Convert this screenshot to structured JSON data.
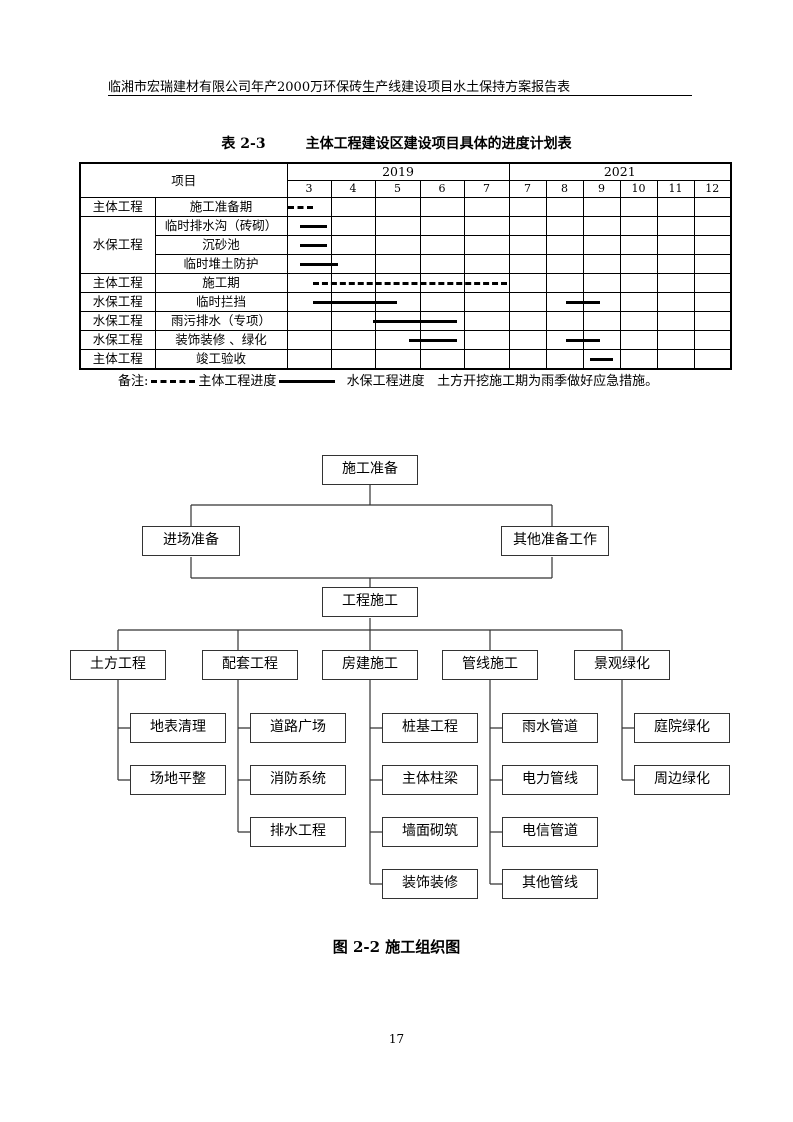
{
  "header": "临湘市宏瑞建材有限公司年产2000万环保砖生产线建设项目水土保持方案报告表",
  "table": {
    "number": "表 2-3",
    "title": "主体工程建设区建设项目具体的进度计划表",
    "item_header": "项目",
    "years": [
      "2019",
      "2021"
    ],
    "months": [
      "3",
      "4",
      "5",
      "6",
      "7",
      "7",
      "8",
      "9",
      "10",
      "11",
      "12"
    ],
    "rows": [
      {
        "group": "主体工程",
        "item": "施工准备期",
        "bars": [
          {
            "start": 0.02,
            "end": 0.6,
            "style": "dashed"
          }
        ]
      },
      {
        "group": "水保工程",
        "item": "临时排水沟（砖砌）",
        "bars": [
          {
            "start": 0.3,
            "end": 0.9,
            "style": "solid"
          }
        ]
      },
      {
        "group": "",
        "item": "沉砂池",
        "bars": [
          {
            "start": 0.3,
            "end": 0.9,
            "style": "solid"
          }
        ]
      },
      {
        "group": "",
        "item": "临时堆土防护",
        "bars": [
          {
            "start": 0.3,
            "end": 1.15,
            "style": "solid"
          }
        ]
      },
      {
        "group": "主体工程",
        "item": "施工期",
        "bars": [
          {
            "start": 0.6,
            "end": 4.95,
            "style": "dashed"
          }
        ]
      },
      {
        "group": "水保工程",
        "item": "临时拦挡",
        "bars": [
          {
            "start": 0.6,
            "end": 2.5,
            "style": "solid"
          },
          {
            "start": 6.55,
            "end": 7.45,
            "style": "solid"
          }
        ]
      },
      {
        "group": "水保工程",
        "item": "雨污排水（专项）",
        "bars": [
          {
            "start": 1.95,
            "end": 3.83,
            "style": "solid"
          }
        ]
      },
      {
        "group": "水保工程",
        "item": "装饰装修 、绿化",
        "bars": [
          {
            "start": 2.75,
            "end": 3.83,
            "style": "solid"
          },
          {
            "start": 6.55,
            "end": 7.45,
            "style": "solid"
          }
        ]
      },
      {
        "group": "主体工程",
        "item": "竣工验收",
        "bars": [
          {
            "start": 7.2,
            "end": 7.8,
            "style": "solid"
          }
        ]
      }
    ],
    "note": {
      "prefix": "备注:",
      "main_label": "主体工程进度",
      "soil_label": "水保工程进度",
      "remark": "土方开挖施工期为雨季做好应急措施。"
    }
  },
  "org": {
    "root": "施工准备",
    "prep": [
      "进场准备",
      "其他准备工作"
    ],
    "construction": "工程施工",
    "branches": [
      {
        "label": "土方工程",
        "children": [
          "地表清理",
          "场地平整"
        ]
      },
      {
        "label": "配套工程",
        "children": [
          "道路广场",
          "消防系统",
          "排水工程"
        ]
      },
      {
        "label": "房建施工",
        "children": [
          "桩基工程",
          "主体柱梁",
          "墙面砌筑",
          "装饰装修"
        ]
      },
      {
        "label": "管线施工",
        "children": [
          "雨水管道",
          "电力管线",
          "电信管道",
          "其他管线"
        ]
      },
      {
        "label": "景观绿化",
        "children": [
          "庭院绿化",
          "周边绿化"
        ]
      }
    ]
  },
  "caption": "图 2-2 施工组织图",
  "page_number": "17"
}
